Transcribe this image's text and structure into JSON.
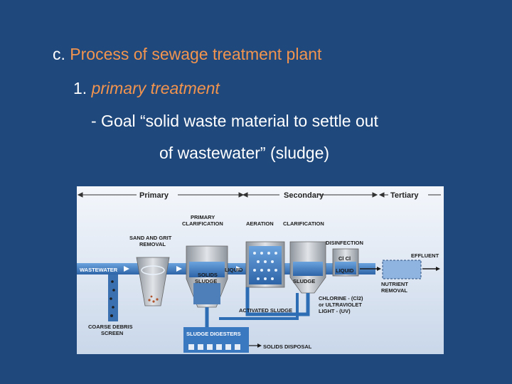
{
  "slide": {
    "line1_prefix": "c.",
    "line1_title": "Process of sewage treatment plant",
    "line2_number": "1.",
    "line2_title": "primary treatment",
    "line3": "- Goal “solid waste material to settle out",
    "line4": "of wastewater” (sludge)"
  },
  "diagram": {
    "stages": {
      "primary": "Primary",
      "secondary": "Secondary",
      "tertiary": "Tertiary"
    },
    "labels": {
      "primary_clar_1": "PRIMARY",
      "primary_clar_2": "CLARIFICATION",
      "aeration": "AERATION",
      "clarification": "CLARIFICATION",
      "sand_grit_1": "SAND AND GRIT",
      "sand_grit_2": "REMOVAL",
      "disinfection": "DISINFECTION",
      "cl_cl": "Cl Cl",
      "effluent": "EFFLUENT",
      "wastewater": "WASTEWATER",
      "liquid_a": "LIQUID",
      "liquid_b": "LIQUID",
      "solids_1": "SOLIDS",
      "solids_2": "SLUDGE",
      "sludge": "SLUDGE",
      "nutrient_1": "NUTRIENT",
      "nutrient_2": "REMOVAL",
      "chlorine_1": "CHLORINE - (Cl2)",
      "chlorine_2": "or ULTRAVIOLET",
      "chlorine_3": "LIGHT - (UV)",
      "activated": "ACTIVATED SLUDGE",
      "coarse_1": "COARSE DEBRIS",
      "coarse_2": "SCREEN",
      "digesters": "SLUDGE DIGESTERS",
      "solids_disposal": "SOLIDS DISPOSAL"
    },
    "colors": {
      "water": "#3f7fc4",
      "tank": "#b7bcc2",
      "highlight": "#e9eef6",
      "pipe": "#2c6db3"
    }
  }
}
